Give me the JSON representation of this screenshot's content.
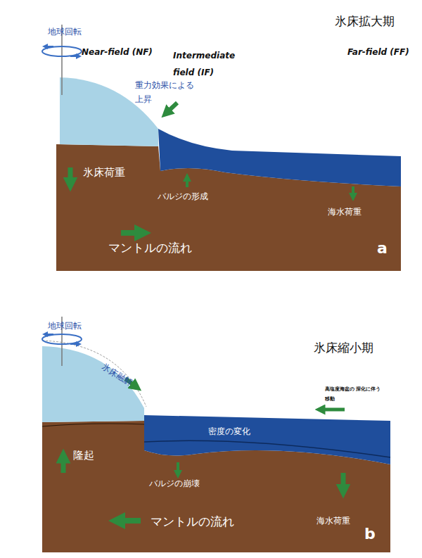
{
  "diagram": {
    "labels": [
      "地球回転",
      "Near-field (NF)",
      "Intermediate field (IF)",
      "Far-field (FF)",
      "氷床拡大期",
      "重力効果による 上昇",
      "氷床荷重",
      "バルジの形成",
      "海水荷重",
      "マントルの流れ",
      "a",
      "地球回転",
      "氷床縮小期",
      "氷床融解",
      "高塩度海盆の 深化に伴う移動",
      "密度の変化",
      "隆起",
      "バルジの崩壊",
      "海水荷重",
      "マントルの流れ",
      "b"
    ]
  }
}
